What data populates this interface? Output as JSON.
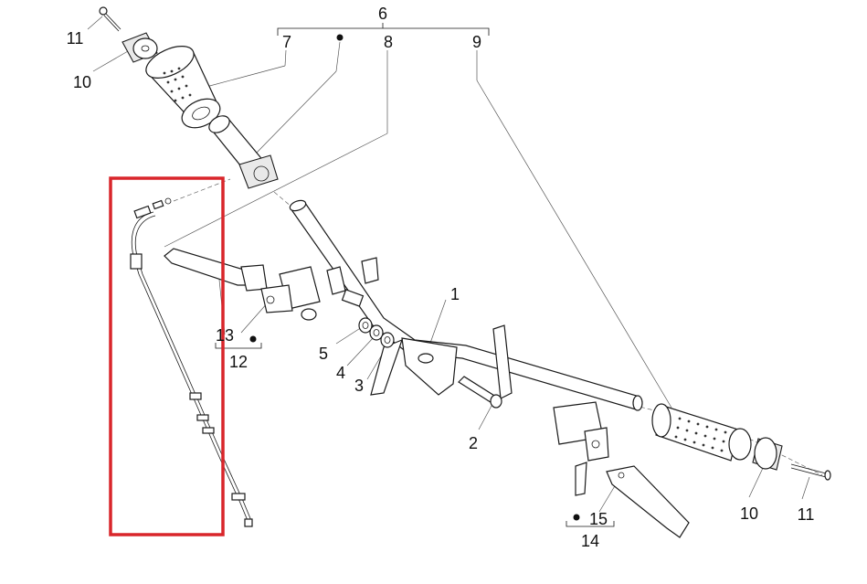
{
  "labels": {
    "l1": "1",
    "l2": "2",
    "l3": "3",
    "l4": "4",
    "l5": "5",
    "l6": "6",
    "l7": "7",
    "l8": "8",
    "l9": "9",
    "l10a": "10",
    "l10b": "10",
    "l11a": "11",
    "l11b": "11",
    "l12": "12",
    "l13": "13",
    "l14": "14",
    "l15": "15"
  },
  "highlight": {
    "color": "#d9262b",
    "subject": "throttle cable"
  }
}
